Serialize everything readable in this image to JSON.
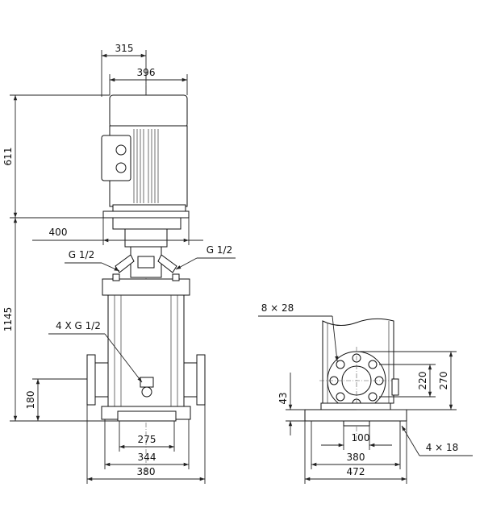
{
  "side_view": {
    "dimensions": {
      "motor_width_upper": "315",
      "motor_width": "396",
      "motor_height": "611",
      "coupling_width": "400",
      "total_height": "1145",
      "port_height": "180",
      "base_inner": "275",
      "base_mid": "344",
      "port_to_port": "380"
    },
    "labels": {
      "plug_left": "G 1/2",
      "plug_right": "G 1/2",
      "drain_plugs": "4 X G 1/2"
    }
  },
  "front_view": {
    "dimensions": {
      "flange_bolts": "8 × 28",
      "flange_bolt_circle": "220",
      "flange_outer": "270",
      "base_height": "43",
      "foot_width": "100",
      "foot_hole_spacing": "380",
      "base_overall": "472",
      "foot_holes": "4 × 18"
    }
  }
}
